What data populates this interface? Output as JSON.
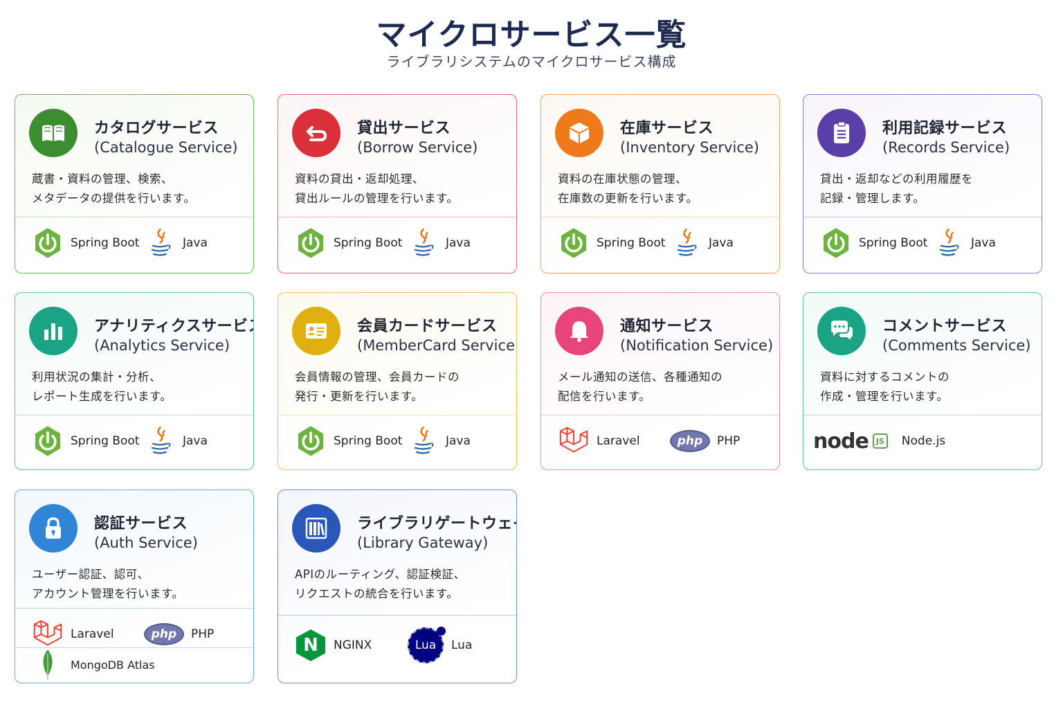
{
  "header": {
    "title": "マイクロサービス一覧",
    "subtitle": "ライブラリシステムのマイクロサービス構成"
  },
  "colors": {
    "green": "#3c8d2f",
    "red": "#d9303a",
    "orange": "#ef7a1a",
    "purple": "#5a3fa8",
    "teal": "#1aa385",
    "gold": "#e0b010",
    "pink": "#e8467a",
    "blue": "#2f86d6",
    "navy": "#2b58b8",
    "spring": "#6db33f"
  },
  "cards": [
    {
      "title_ja": "カタログサービス",
      "title_en": "(Catalogue Service)",
      "desc1": "蔵書・資料の管理、検索、",
      "desc2": "メタデータの提供を行います。",
      "icon": "book-icon",
      "tech": [
        {
          "name": "Spring Boot",
          "icon": "spring-boot-icon"
        },
        {
          "name": "Java",
          "icon": "java-icon"
        }
      ]
    },
    {
      "title_ja": "貸出サービス",
      "title_en": "(Borrow Service)",
      "desc1": "資料の貸出・返却処理、",
      "desc2": "貸出ルールの管理を行います。",
      "icon": "return-arrow-icon",
      "tech": [
        {
          "name": "Spring Boot",
          "icon": "spring-boot-icon"
        },
        {
          "name": "Java",
          "icon": "java-icon"
        }
      ]
    },
    {
      "title_ja": "在庫サービス",
      "title_en": "(Inventory Service)",
      "desc1": "資料の在庫状態の管理、",
      "desc2": "在庫数の更新を行います。",
      "icon": "box-icon",
      "tech": [
        {
          "name": "Spring Boot",
          "icon": "spring-boot-icon"
        },
        {
          "name": "Java",
          "icon": "java-icon"
        }
      ]
    },
    {
      "title_ja": "利用記録サービス",
      "title_en": "(Records Service)",
      "desc1": "貸出・返却などの利用履歴を",
      "desc2": "記録・管理します。",
      "icon": "clipboard-icon",
      "tech": [
        {
          "name": "Spring Boot",
          "icon": "spring-boot-icon"
        },
        {
          "name": "Java",
          "icon": "java-icon"
        }
      ]
    },
    {
      "title_ja": "アナリティクスサービス",
      "title_en": "(Analytics Service)",
      "desc1": "利用状況の集計・分析、",
      "desc2": "レポート生成を行います。",
      "icon": "bar-chart-icon",
      "tech": [
        {
          "name": "Spring Boot",
          "icon": "spring-boot-icon"
        },
        {
          "name": "Java",
          "icon": "java-icon"
        }
      ]
    },
    {
      "title_ja": "会員カードサービス",
      "title_en": "(MemberCard Service)",
      "desc1": "会員情報の管理、会員カードの",
      "desc2": "発行・更新を行います。",
      "icon": "id-card-icon",
      "tech": [
        {
          "name": "Spring Boot",
          "icon": "spring-boot-icon"
        },
        {
          "name": "Java",
          "icon": "java-icon"
        }
      ]
    },
    {
      "title_ja": "通知サービス",
      "title_en": "(Notification Service)",
      "desc1": "メール通知の送信、各種通知の",
      "desc2": "配信を行います。",
      "icon": "bell-icon",
      "tech": [
        {
          "name": "Laravel",
          "icon": "laravel-icon"
        },
        {
          "name": "PHP",
          "icon": "php-icon"
        }
      ]
    },
    {
      "title_ja": "コメントサービス",
      "title_en": "(Comments Service)",
      "desc1": "資料に対するコメントの",
      "desc2": "作成・管理を行います。",
      "icon": "chat-bubbles-icon",
      "tech": [
        {
          "name": "Node.js",
          "icon": "nodejs-icon",
          "logo_text": "node",
          "logo_badge": "JS"
        }
      ]
    },
    {
      "title_ja": "認証サービス",
      "title_en": "(Auth Service)",
      "desc1": "ユーザー認証、認可、",
      "desc2": "アカウント管理を行います。",
      "icon": "lock-icon",
      "tech": [
        {
          "name": "Laravel",
          "icon": "laravel-icon"
        },
        {
          "name": "PHP",
          "icon": "php-icon"
        },
        {
          "name": "MongoDB Atlas",
          "icon": "mongodb-leaf-icon"
        }
      ]
    },
    {
      "title_ja": "ライブラリゲートウェイ",
      "title_en": "(Library Gateway)",
      "desc1": "APIのルーティング、認証検証、",
      "desc2": "リクエストの統合を行います。",
      "icon": "bookshelf-icon",
      "tech": [
        {
          "name": "NGINX",
          "icon": "nginx-icon",
          "logo_text": "N"
        },
        {
          "name": "Lua",
          "icon": "lua-icon",
          "logo_text": "Lua"
        }
      ]
    }
  ],
  "logo_text": {
    "php": "php"
  }
}
